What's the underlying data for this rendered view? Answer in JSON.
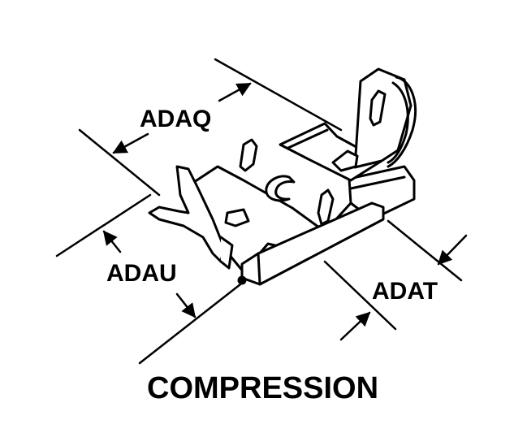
{
  "labels": {
    "adaq": "ADAQ",
    "adau": "ADAU",
    "adat": "ADAT"
  },
  "caption": "COMPRESSION",
  "colors": {
    "ink": "#000000",
    "paper": "#ffffff"
  }
}
